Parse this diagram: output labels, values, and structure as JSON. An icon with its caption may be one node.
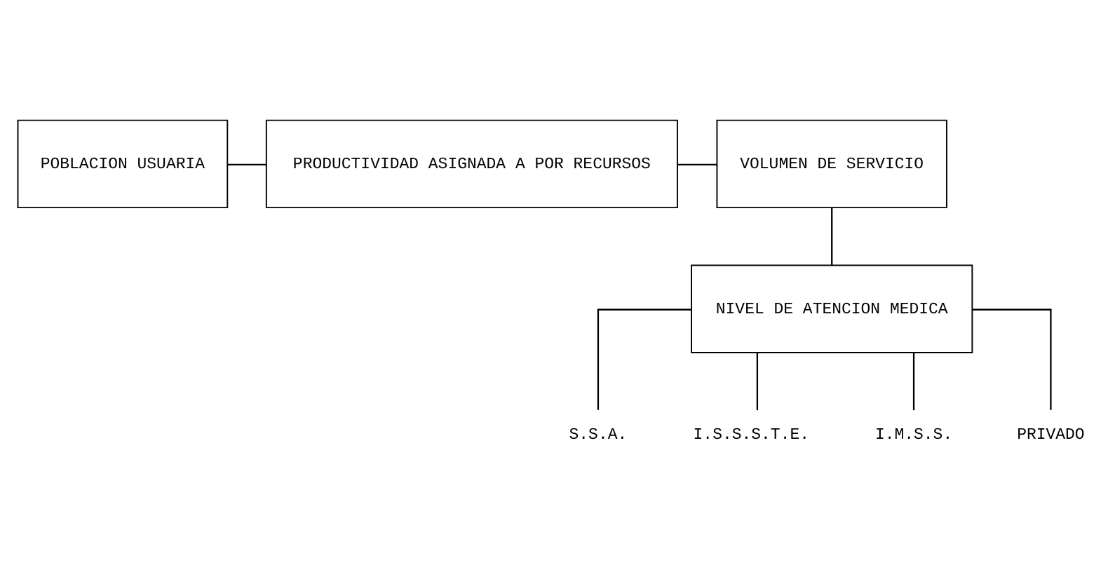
{
  "diagram": {
    "nodes": [
      {
        "text": [
          "POBLACION USUARIA"
        ]
      },
      {
        "text": [
          "PRODUCTIVIDAD ASIGNADA A POR RECURSOS"
        ]
      },
      {
        "text": [
          "VOLUMEN DE SERVICIO"
        ]
      },
      {
        "text": [
          "NIVEL DE ATENCION MEDICA"
        ]
      },
      {
        "text": [
          "S.S.A."
        ]
      },
      {
        "text": [
          "I.S.S.S.T.E."
        ]
      },
      {
        "text": [
          "I.M.S.S."
        ]
      },
      {
        "text": [
          "PRIVADO"
        ]
      }
    ],
    "edges": [
      {
        "from": 0,
        "to": 1,
        "arrow": "none"
      },
      {
        "from": 1,
        "to": 2,
        "arrow": "none"
      },
      {
        "from": 2,
        "to": 3,
        "arrow": "none"
      },
      {
        "from": 3,
        "to": 4,
        "arrow": "none"
      },
      {
        "from": 3,
        "to": 5,
        "arrow": "none"
      },
      {
        "from": 3,
        "to": 6,
        "arrow": "none"
      },
      {
        "from": 3,
        "to": 7,
        "arrow": "none"
      }
    ]
  }
}
